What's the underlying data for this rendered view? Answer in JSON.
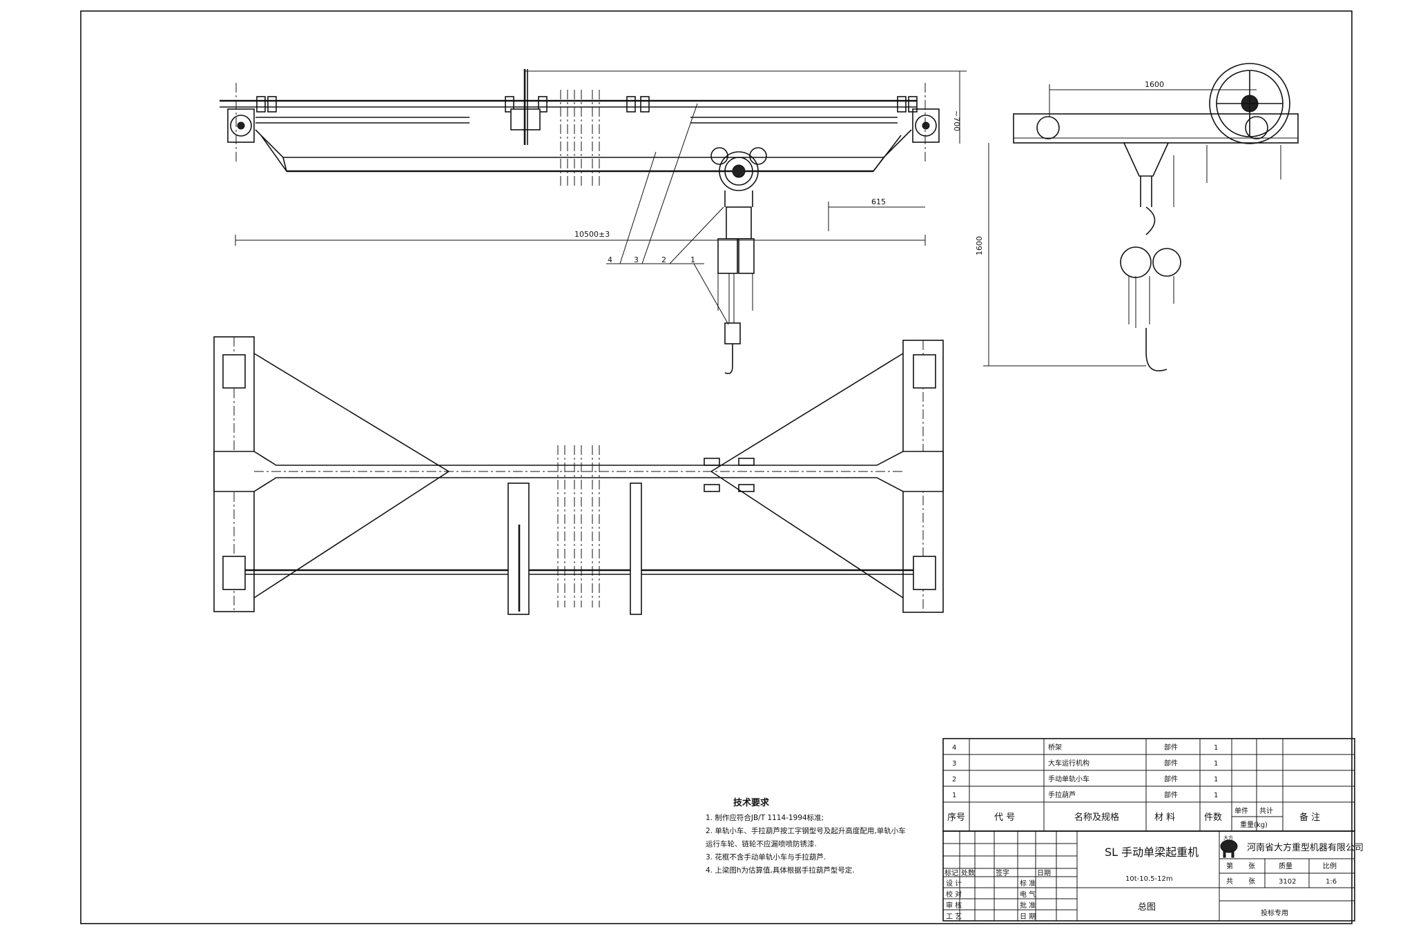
{
  "drawing": {
    "dimensions": {
      "span": "10500±3",
      "height_top": "~700",
      "trolley_offset": "615",
      "side_width": "1600",
      "side_height": "1600"
    },
    "balloons": [
      "4",
      "3",
      "2",
      "1"
    ]
  },
  "notes": {
    "title": "技术要求",
    "lines": [
      "1. 制作应符合JB/T 1114-1994标准;",
      "2. 单轨小车、手拉葫芦按工字钢型号及起升高度配用,单轨小车",
      "运行车轮、链轮不应漏喷喷防锈漆.",
      "3. 花框不含手动单轨小车与手拉葫芦.",
      "4. 上梁图h为估算值,具体根据手拉葫芦型号定."
    ]
  },
  "bom": {
    "rows": [
      {
        "no": "4",
        "code": "",
        "name": "桥架",
        "material": "部件",
        "qty": "1"
      },
      {
        "no": "3",
        "code": "",
        "name": "大车运行机构",
        "material": "部件",
        "qty": "1"
      },
      {
        "no": "2",
        "code": "",
        "name": "手动单轨小车",
        "material": "部件",
        "qty": "1"
      },
      {
        "no": "1",
        "code": "",
        "name": "手拉葫芦",
        "material": "部件",
        "qty": "1"
      }
    ],
    "header": {
      "no": "序号",
      "code": "代  号",
      "name": "名称及规格",
      "material": "材  料",
      "qty": "件数",
      "unit_weight": "单件",
      "total_weight": "共计",
      "weight": "重量(kg)",
      "remark": "备  注"
    }
  },
  "title_block": {
    "title": "SL 手动单梁起重机",
    "spec": "10t-10.5-12m",
    "drawing_name": "总图",
    "company": "河南省大方重型机器有限公司",
    "logo_text": "大方",
    "sheet_label_1": "第",
    "sheet_label_2": "张",
    "sheet_total_label_1": "共",
    "sheet_total_label_2": "张",
    "mass_label": "质量",
    "mass_value": "3102",
    "scale_label": "比例",
    "scale_value": "1:6",
    "stamp": "投标专用",
    "rev_labels": [
      "标记",
      "处数",
      "签字",
      "日期"
    ],
    "roles": [
      "设 计",
      "校 对",
      "审 核",
      "工 艺"
    ],
    "roles2": [
      "标 准",
      "电 气",
      "批 准",
      "日 期"
    ]
  }
}
